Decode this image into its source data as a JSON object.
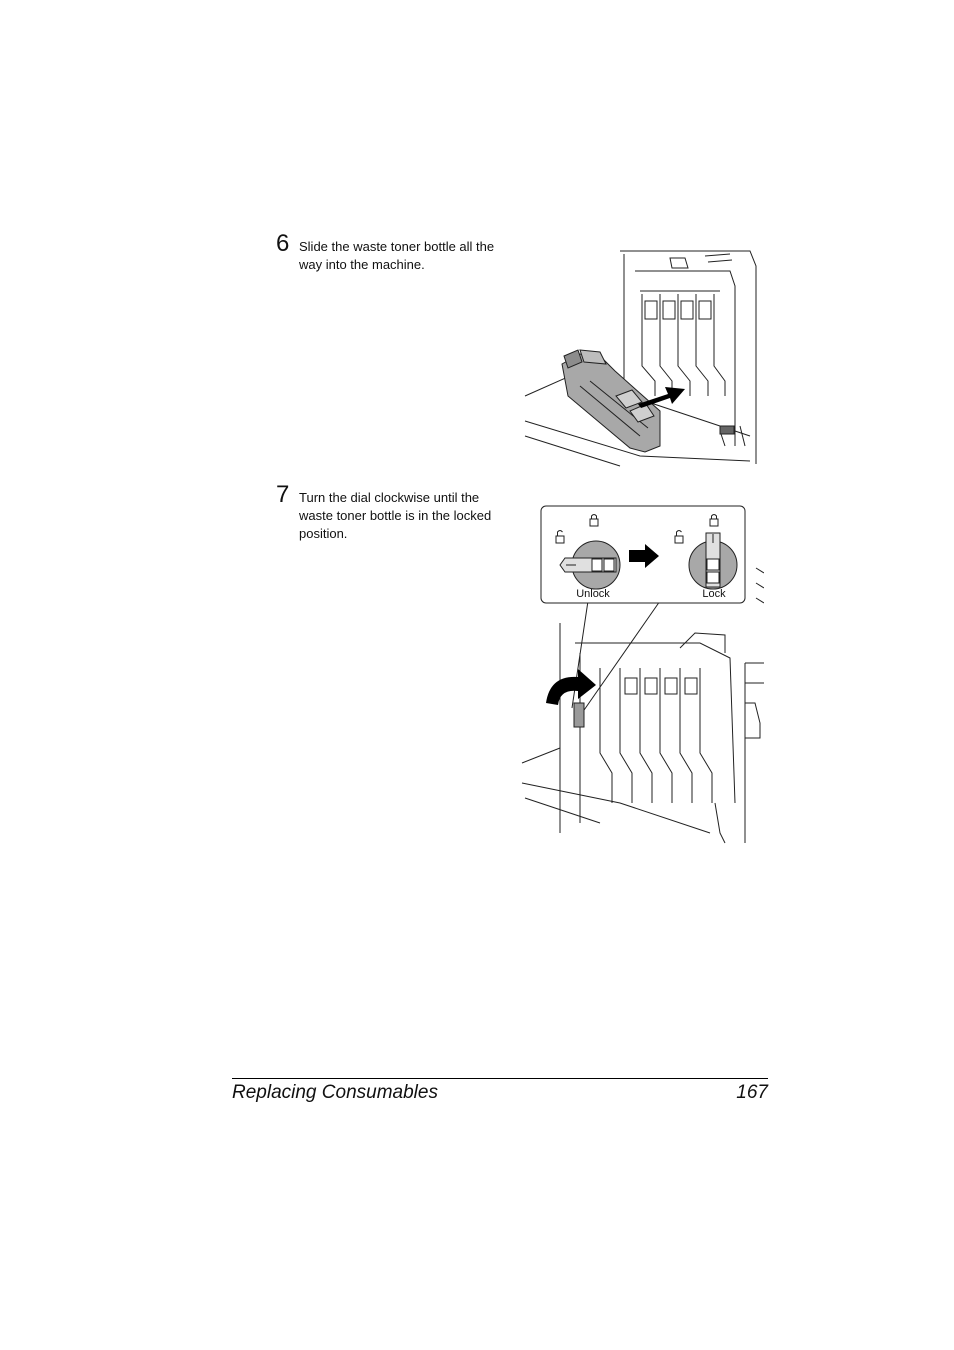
{
  "steps": [
    {
      "number": "6",
      "text": "Slide the waste toner bottle all the way into the machine."
    },
    {
      "number": "7",
      "text": "Turn the dial clockwise until the waste toner bottle is in the locked position."
    }
  ],
  "figure2": {
    "unlock_label": "Unlock",
    "lock_label": "Lock"
  },
  "footer": {
    "title": "Replacing Consumables",
    "page": "167"
  }
}
